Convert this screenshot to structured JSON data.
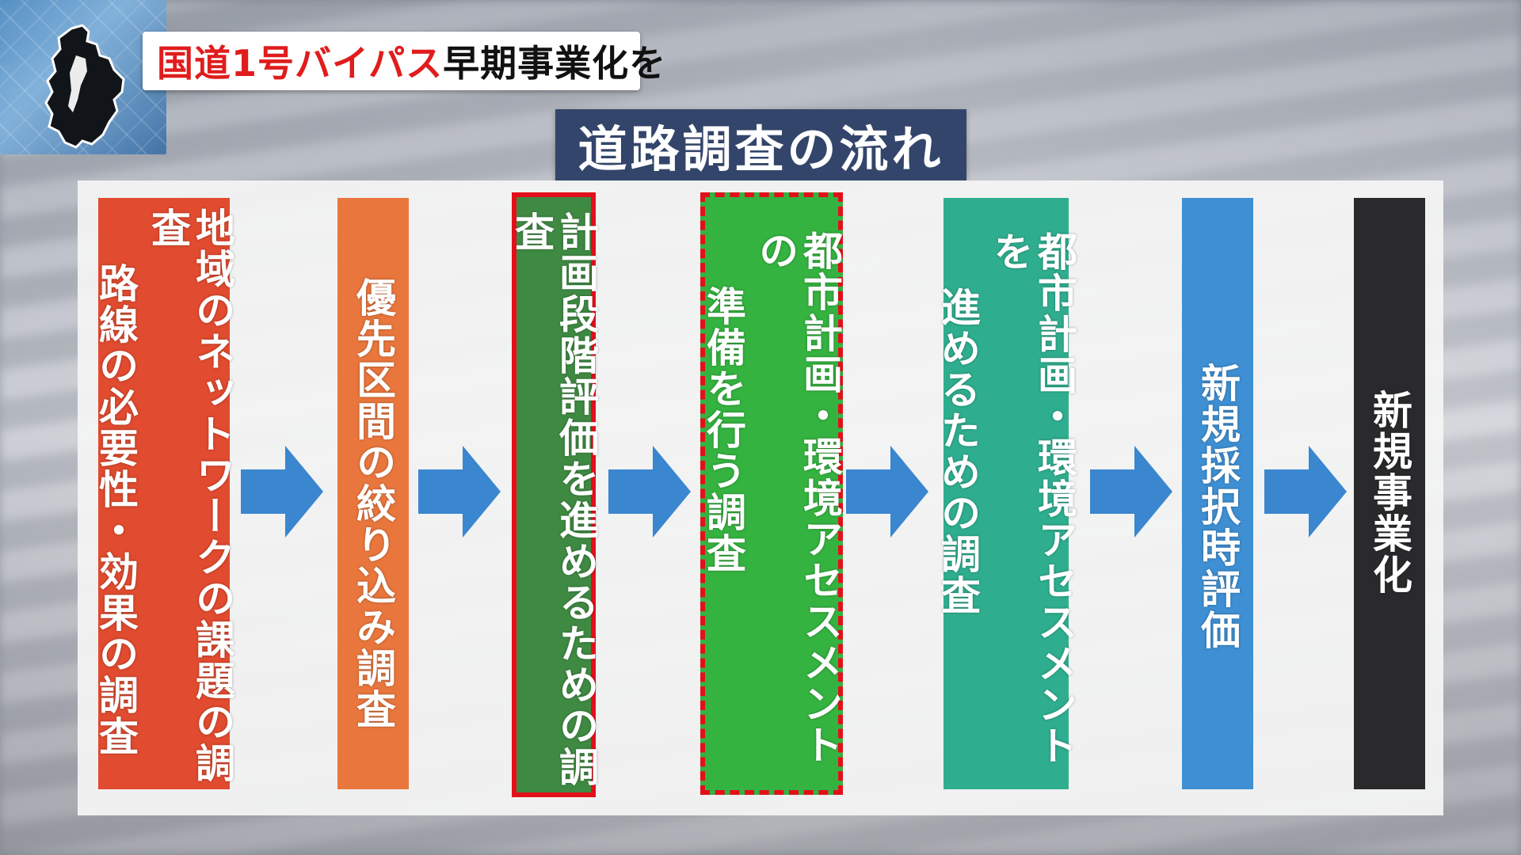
{
  "headline": {
    "part_red": "国道1号バイパス",
    "part_black": "早期事業化を"
  },
  "flow_title": "道路調査の流れ",
  "steps": [
    {
      "id": "s1",
      "lines": [
        "地域のネットワークの課題の調査",
        "路線の必要性・効果の調査"
      ],
      "color": "#e14b2f"
    },
    {
      "id": "s2",
      "lines": [
        "優先区間の絞り込み調査"
      ],
      "color": "#e9773d"
    },
    {
      "id": "s3",
      "lines": [
        "計画段階評価を進めるための調査"
      ],
      "color": "#3f8a43",
      "border": "solid red"
    },
    {
      "id": "s4",
      "lines": [
        "都市計画・環境アセスメントの",
        "準備を行う調査"
      ],
      "color": "#35b340",
      "border": "dashed red"
    },
    {
      "id": "s5",
      "lines": [
        "都市計画・環境アセスメントを",
        "進めるための調査"
      ],
      "color": "#2fae8f"
    },
    {
      "id": "s6",
      "lines": [
        "新規採択時評価"
      ],
      "color": "#3e8fd3"
    },
    {
      "id": "s7",
      "lines": [
        "新規事業化"
      ],
      "color": "#2a2a2c"
    }
  ],
  "colors": {
    "arrow": "#3a86cf",
    "title_bg": "#33456a",
    "headline_red": "#e01c1c",
    "highlight_border": "#e2101b"
  },
  "icons": {
    "region_map": "shiga-prefecture-map-icon",
    "arrow": "right-arrow-icon"
  }
}
